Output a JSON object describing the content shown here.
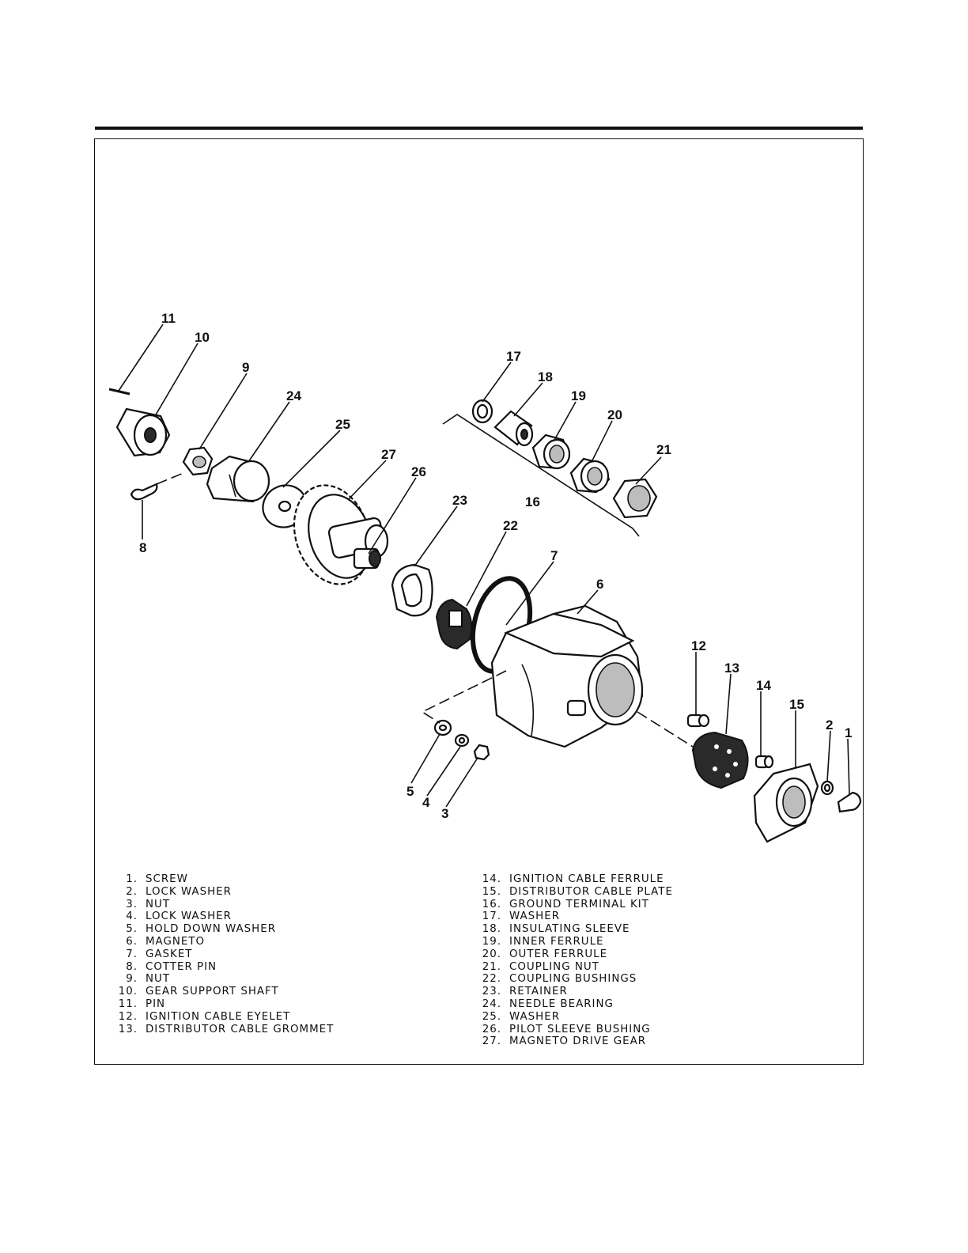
{
  "callouts": {
    "c1": "1",
    "c2": "2",
    "c3": "3",
    "c4": "4",
    "c5": "5",
    "c6": "6",
    "c7": "7",
    "c8": "8",
    "c9": "9",
    "c10": "10",
    "c11": "11",
    "c12": "12",
    "c13": "13",
    "c14": "14",
    "c15": "15",
    "c16": "16",
    "c17": "17",
    "c18": "18",
    "c19": "19",
    "c20": "20",
    "c21": "21",
    "c22": "22",
    "c23": "23",
    "c24": "24",
    "c25": "25",
    "c26": "26",
    "c27": "27"
  },
  "legend": {
    "left": [
      {
        "num": "1.",
        "label": "SCREW"
      },
      {
        "num": "2.",
        "label": "LOCK WASHER"
      },
      {
        "num": "3.",
        "label": "NUT"
      },
      {
        "num": "4.",
        "label": "LOCK WASHER"
      },
      {
        "num": "5.",
        "label": "HOLD DOWN WASHER"
      },
      {
        "num": "6.",
        "label": "MAGNETO"
      },
      {
        "num": "7.",
        "label": "GASKET"
      },
      {
        "num": "8.",
        "label": "COTTER PIN"
      },
      {
        "num": "9.",
        "label": "NUT"
      },
      {
        "num": "10.",
        "label": "GEAR SUPPORT SHAFT"
      },
      {
        "num": "11.",
        "label": "PIN"
      },
      {
        "num": "12.",
        "label": "IGNITION CABLE EYELET"
      },
      {
        "num": "13.",
        "label": "DISTRIBUTOR CABLE GROMMET"
      }
    ],
    "right": [
      {
        "num": "14.",
        "label": "IGNITION CABLE FERRULE"
      },
      {
        "num": "15.",
        "label": "DISTRIBUTOR CABLE PLATE"
      },
      {
        "num": "16.",
        "label": "GROUND TERMINAL KIT"
      },
      {
        "num": "17.",
        "label": "WASHER"
      },
      {
        "num": "18.",
        "label": "INSULATING SLEEVE"
      },
      {
        "num": "19.",
        "label": "INNER FERRULE"
      },
      {
        "num": "20.",
        "label": "OUTER FERRULE"
      },
      {
        "num": "21.",
        "label": "COUPLING NUT"
      },
      {
        "num": "22.",
        "label": "COUPLING BUSHINGS"
      },
      {
        "num": "23.",
        "label": "RETAINER"
      },
      {
        "num": "24.",
        "label": "NEEDLE BEARING"
      },
      {
        "num": "25.",
        "label": "WASHER"
      },
      {
        "num": "26.",
        "label": "PILOT SLEEVE BUSHING"
      },
      {
        "num": "27.",
        "label": "MAGNETO DRIVE GEAR"
      }
    ]
  }
}
